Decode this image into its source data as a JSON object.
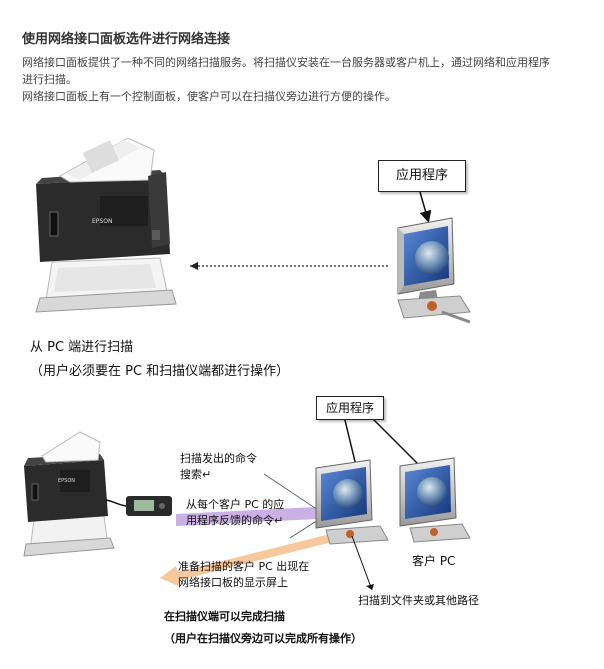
{
  "article": {
    "title": "使用网络接口面板选件进行网络连接",
    "para1_line1": "网络接口面板提供了一种不同的网络扫描服务。将扫描仪安装在一台服务器或客户机上，通过网络和应用程序",
    "para1_line2": "进行扫描。",
    "para2": "网络接口面板上有一个控制面板，使客户可以在扫描仪旁边进行方便的操作。"
  },
  "diagram1": {
    "app_label": "应用程序",
    "scanner_brand": "EPSON",
    "caption1": "从 PC 端进行扫描",
    "caption2": "（用户必须要在 PC 和扫描仪端都进行操作）"
  },
  "diagram2": {
    "app_label": "应用程序",
    "scanner_brand": "EPSON",
    "note1_line1": "扫描发出的命令",
    "note1_line2": "搜索↵",
    "note2_line1": "从每个客户 PC 的应",
    "note2_line2": "用程序反馈的命令↵",
    "note3_line1": "准备扫描的客户 PC 出现在",
    "note3_line2": "网络接口板的显示屏上",
    "client_pc_label": "客户 PC",
    "destination_label": "扫描到文件夹或其他路径",
    "caption1": "在扫描仪端可以完成扫描",
    "caption2": "（用户在扫描仪旁边可以完成所有操作）"
  },
  "colors": {
    "arrow_purple": "#a070d0",
    "arrow_orange": "#f2b070",
    "monitor_blue": "#2a5aa8",
    "scanner_dark": "#2b2b2b"
  }
}
